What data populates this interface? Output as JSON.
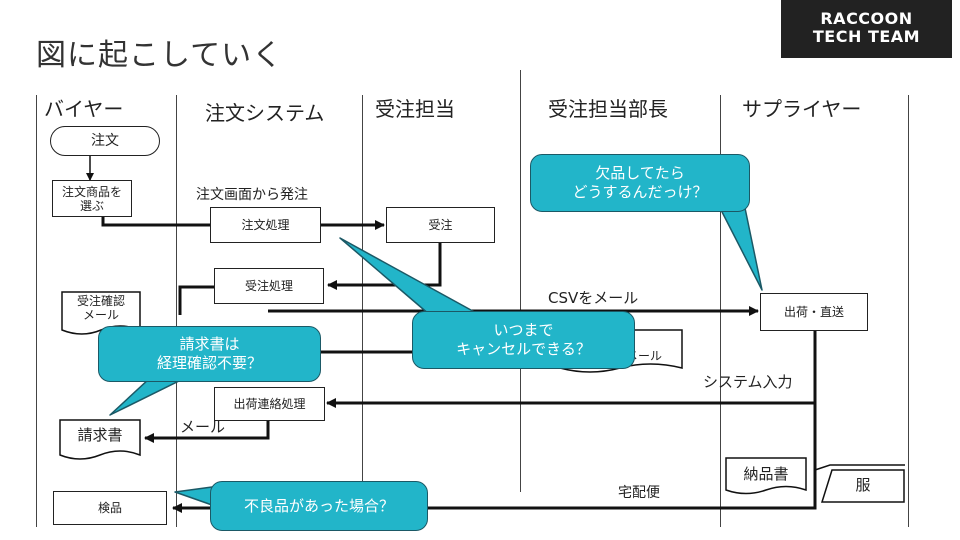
{
  "title": "図に起こしていく",
  "logo": {
    "line1": "RACCOON",
    "line2": "TECH TEAM"
  },
  "lanes": [
    "バイヤー",
    "注文システム",
    "受注担当",
    "受注担当部長",
    "サプライヤー"
  ],
  "nodes": {
    "start": "注文",
    "select": "注文商品を\n選ぶ",
    "order_proc": "注文処理",
    "receive": "受注",
    "receive_proc": "受注処理",
    "confirm_mail": "受注確認\nメール",
    "ship": "出荷・直送",
    "csv_mail": "メール",
    "ship_notice": "出荷連絡処理",
    "invoice": "請求書",
    "delivery_note": "納品書",
    "clothes": "服",
    "inspect": "検品"
  },
  "labels": {
    "order_from_screen": "注文画面から発注",
    "csv_mail": "CSVをメール",
    "system_input": "システム入力",
    "mail": "メール",
    "courier": "宅配便"
  },
  "bubbles": {
    "out_of_stock": "欠品してたら\nどうするんだっけ？",
    "cancel": "いつまで\nキャンセルできる？",
    "invoice_check": "請求書は\n経理確認不要？",
    "defective": "不良品があった場合？"
  },
  "colors": {
    "bubble": "#22b5c9",
    "bubble_border": "#1b5966",
    "logo_bg": "#222222"
  }
}
